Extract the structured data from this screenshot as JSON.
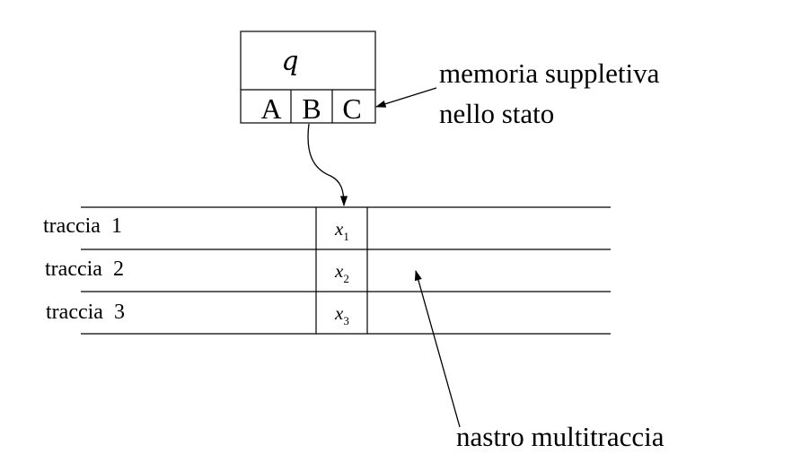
{
  "state_box": {
    "state_label": "q",
    "memory_cells": [
      "A",
      "B",
      "C"
    ]
  },
  "labels": {
    "memory": [
      "memoria suppletiva",
      "nello stato"
    ],
    "tape": "nastro multitraccia"
  },
  "tracks": [
    {
      "label": "traccia  1",
      "symbol": "x",
      "subscript": "1"
    },
    {
      "label": "traccia  2",
      "symbol": "x",
      "subscript": "2"
    },
    {
      "label": "traccia  3",
      "symbol": "x",
      "subscript": "3"
    }
  ]
}
